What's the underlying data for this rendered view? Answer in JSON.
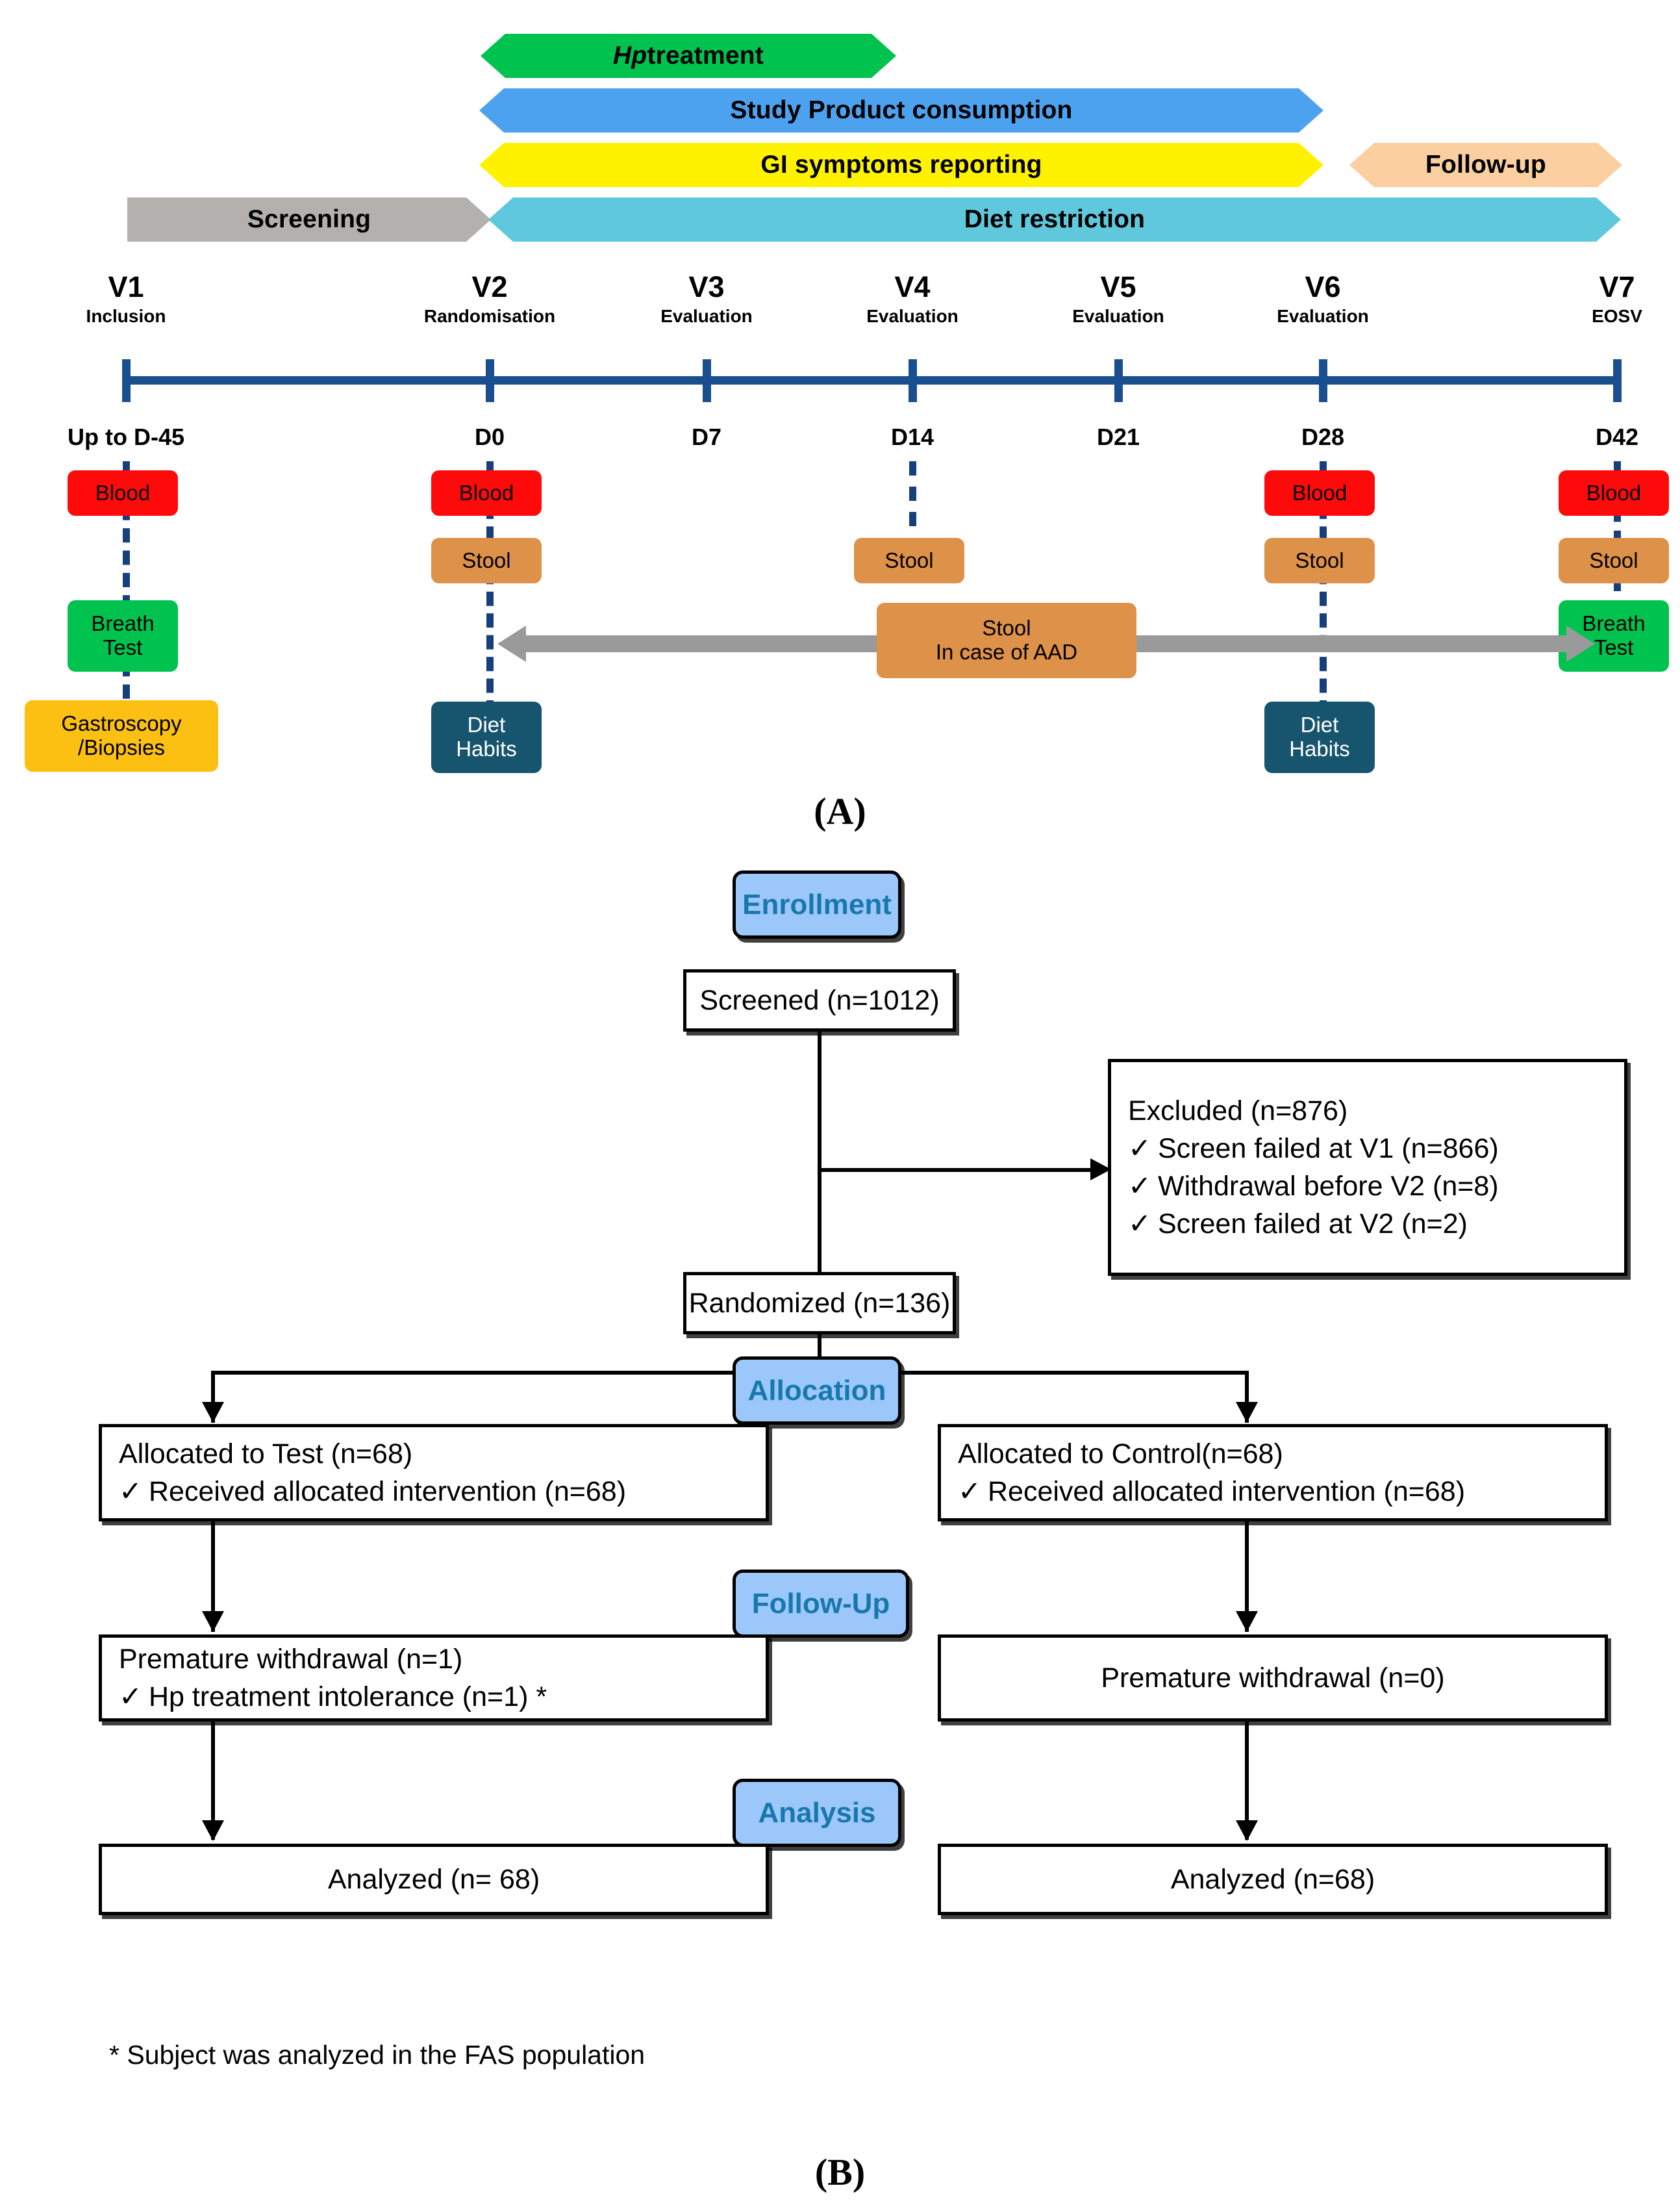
{
  "panel_a": {
    "label": "(A)",
    "banners": [
      {
        "id": "hp",
        "text": "Hp treatment",
        "italic_prefix": "Hp",
        "rest": " treatment",
        "color": "#00C34F"
      },
      {
        "id": "sp",
        "text": "Study Product consumption",
        "color": "#4DA2F0"
      },
      {
        "id": "gi",
        "text": "GI symptoms reporting",
        "color": "#FFF200"
      },
      {
        "id": "fu",
        "text": "Follow-up",
        "color": "#FBCFA0"
      },
      {
        "id": "scr",
        "text": "Screening",
        "color": "#B3B0AE"
      },
      {
        "id": "diet",
        "text": "Diet restriction",
        "color": "#5FC8DC"
      }
    ],
    "visits": [
      {
        "name": "V1",
        "sub": "Inclusion",
        "day": "Up to D-45"
      },
      {
        "name": "V2",
        "sub": "Randomisation",
        "day": "D0"
      },
      {
        "name": "V3",
        "sub": "Evaluation",
        "day": "D7"
      },
      {
        "name": "V4",
        "sub": "Evaluation",
        "day": "D14"
      },
      {
        "name": "V5",
        "sub": "Evaluation",
        "day": "D21"
      },
      {
        "name": "V6",
        "sub": "Evaluation",
        "day": "D28"
      },
      {
        "name": "V7",
        "sub": "EOSV",
        "day": "D42"
      }
    ],
    "samples": {
      "blood": "Blood",
      "stool": "Stool",
      "breath_l1": "Breath",
      "breath_l2": "Test",
      "gastro_l1": "Gastroscopy",
      "gastro_l2": "/Biopsies",
      "diet_l1": "Diet",
      "diet_l2": "Habits"
    },
    "aad": {
      "l1": "Stool",
      "l2": "In case of AAD"
    },
    "colors": {
      "blood": "#FF0A0A",
      "stool": "#DE9148",
      "breath": "#00C34F",
      "gastroscopy": "#FBC012",
      "diet_habits": "#17546E",
      "timeline": "#1A4F8F",
      "dashed": "#173F7C",
      "aad_arrow": "#9A9A9A"
    }
  },
  "panel_b": {
    "label": "(B)",
    "stages": {
      "enrollment": "Enrollment",
      "allocation": "Allocation",
      "followup": "Follow-Up",
      "analysis": "Analysis"
    },
    "screened": "Screened (n=1012)",
    "excluded": {
      "title": "Excluded  (n=876)",
      "items": [
        "Screen failed at V1 (n=866)",
        "Withdrawal before V2 (n=8)",
        "Screen failed at V2 (n=2)"
      ]
    },
    "randomized": "Randomized  (n=136)",
    "allocated_test": {
      "title": "Allocated to Test (n=68)",
      "items": [
        "Received allocated intervention (n=68)"
      ]
    },
    "allocated_control": {
      "title": "Allocated to Control(n=68)",
      "items": [
        "Received allocated intervention (n=68)"
      ]
    },
    "withdrawal_test": {
      "title": "Premature withdrawal (n=1)",
      "items": [
        "Hp treatment intolerance (n=1) *"
      ]
    },
    "withdrawal_control": {
      "title": "Premature withdrawal (n=0)",
      "items": []
    },
    "analyzed_test": "Analyzed  (n= 68)",
    "analyzed_control": "Analyzed  (n=68)",
    "footnote": "* Subject was analyzed in the FAS population",
    "colors": {
      "stage_fill": "#9CC7FA",
      "stage_text": "#1878AD",
      "border": "#000000"
    },
    "checkmark": "✓"
  }
}
